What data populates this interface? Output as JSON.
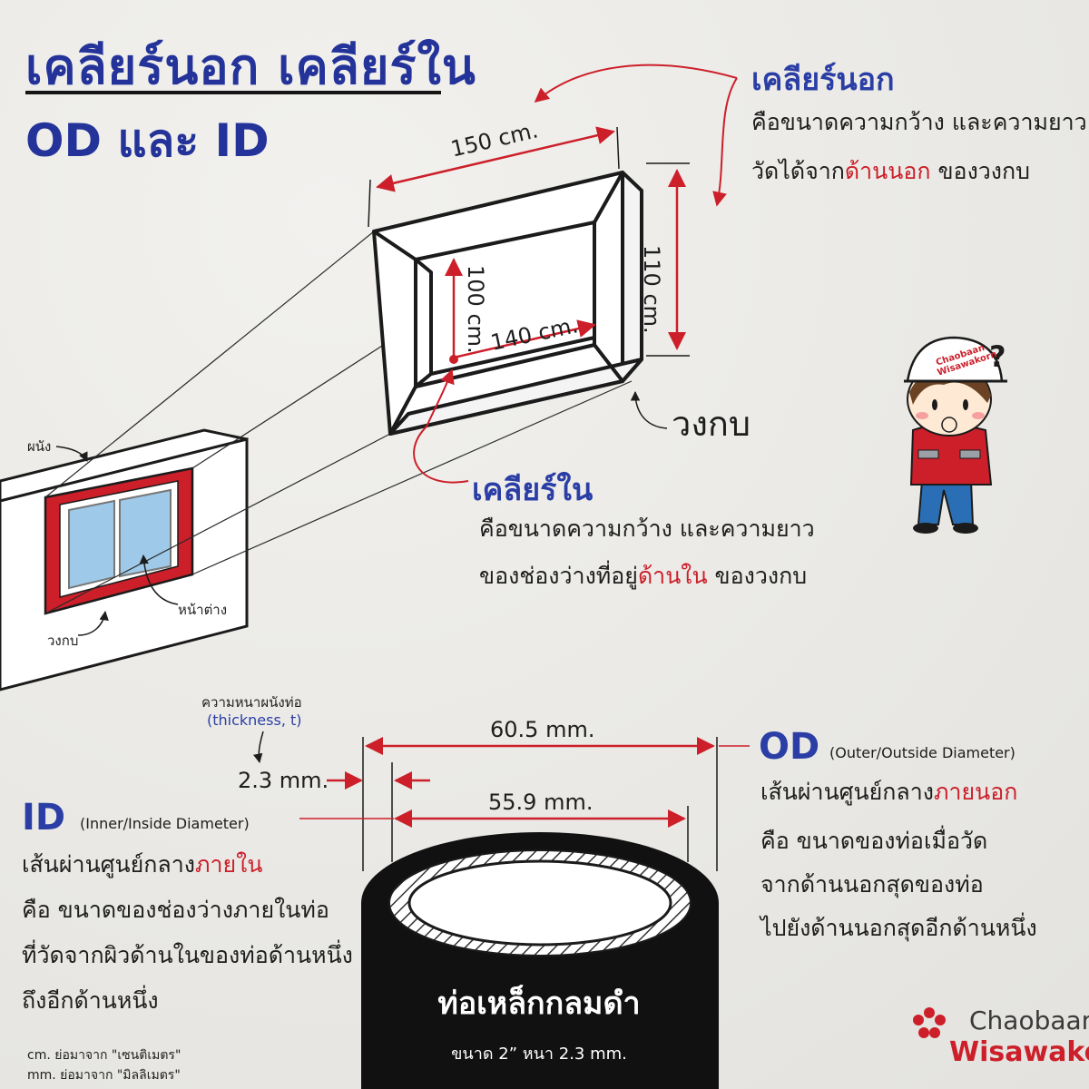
{
  "title": {
    "main": "เคลียร์นอก เคลียร์ใน",
    "sub": "OD และ ID"
  },
  "clear_out": {
    "heading": "เคลียร์นอก",
    "line1": "คือขนาดความกว้าง และความยาว",
    "line2_a": "วัดได้จาก",
    "line2_b": "ด้านนอก",
    "line2_c": " ของวงกบ"
  },
  "clear_in": {
    "heading": "เคลียร์ใน",
    "line1": "คือขนาดความกว้าง และความยาว",
    "line2_a": "ของช่องว่างที่อยู่",
    "line2_b": "ด้านใน",
    "line2_c": " ของวงกบ"
  },
  "frame_dims": {
    "outer_w": "150 cm.",
    "outer_h": "110 cm.",
    "inner_h": "100 cm.",
    "inner_w": "140 cm."
  },
  "frame_label": "วงกบ",
  "wall_labels": {
    "wall": "ผนัง",
    "frame": "วงกบ",
    "window": "หน้าต่าง"
  },
  "character_mark": "?",
  "pipe": {
    "thickness_label": "ความหนาผนังท่อ",
    "thickness_en": "(thickness, t)",
    "thickness_value": "2.3 mm.",
    "od_value": "60.5 mm.",
    "id_value": "55.9 mm.",
    "title": "ท่อเหล็กกลมดำ",
    "subtitle": "ขนาด 2” หนา 2.3 mm."
  },
  "od": {
    "abbr": "OD",
    "full": "(Outer/Outside Diameter)",
    "line1_a": "เส้นผ่านศูนย์กลาง",
    "line1_b": "ภายนอก",
    "line2": "คือ ขนาดของท่อเมื่อวัด",
    "line3": "จากด้านนอกสุดของท่อ",
    "line4": "ไปยังด้านนอกสุดอีกด้านหนึ่ง"
  },
  "id": {
    "abbr": "ID",
    "full": "(Inner/Inside Diameter)",
    "line1_a": "เส้นผ่านศูนย์กลาง",
    "line1_b": "ภายใน",
    "line2": "คือ ขนาดของช่องว่างภายในท่อ",
    "line3": "ที่วัดจากผิวด้านในของท่อด้านหนึ่ง",
    "line4": "ถึงอีกด้านหนึ่ง"
  },
  "notes": {
    "cm": "cm. ย่อมาจาก \"เซนติเมตร\"",
    "mm": "mm. ย่อมาจาก \"มิลลิเมตร\""
  },
  "logo": {
    "top": "Chaobaan",
    "bottom": "Wisawakorn",
    "helmet": "Chaobaan Wisawakorn"
  },
  "colors": {
    "blue": "#24339a",
    "red": "#cc1f2a",
    "glass": "#9fc9e8",
    "pipe": "#111111"
  }
}
